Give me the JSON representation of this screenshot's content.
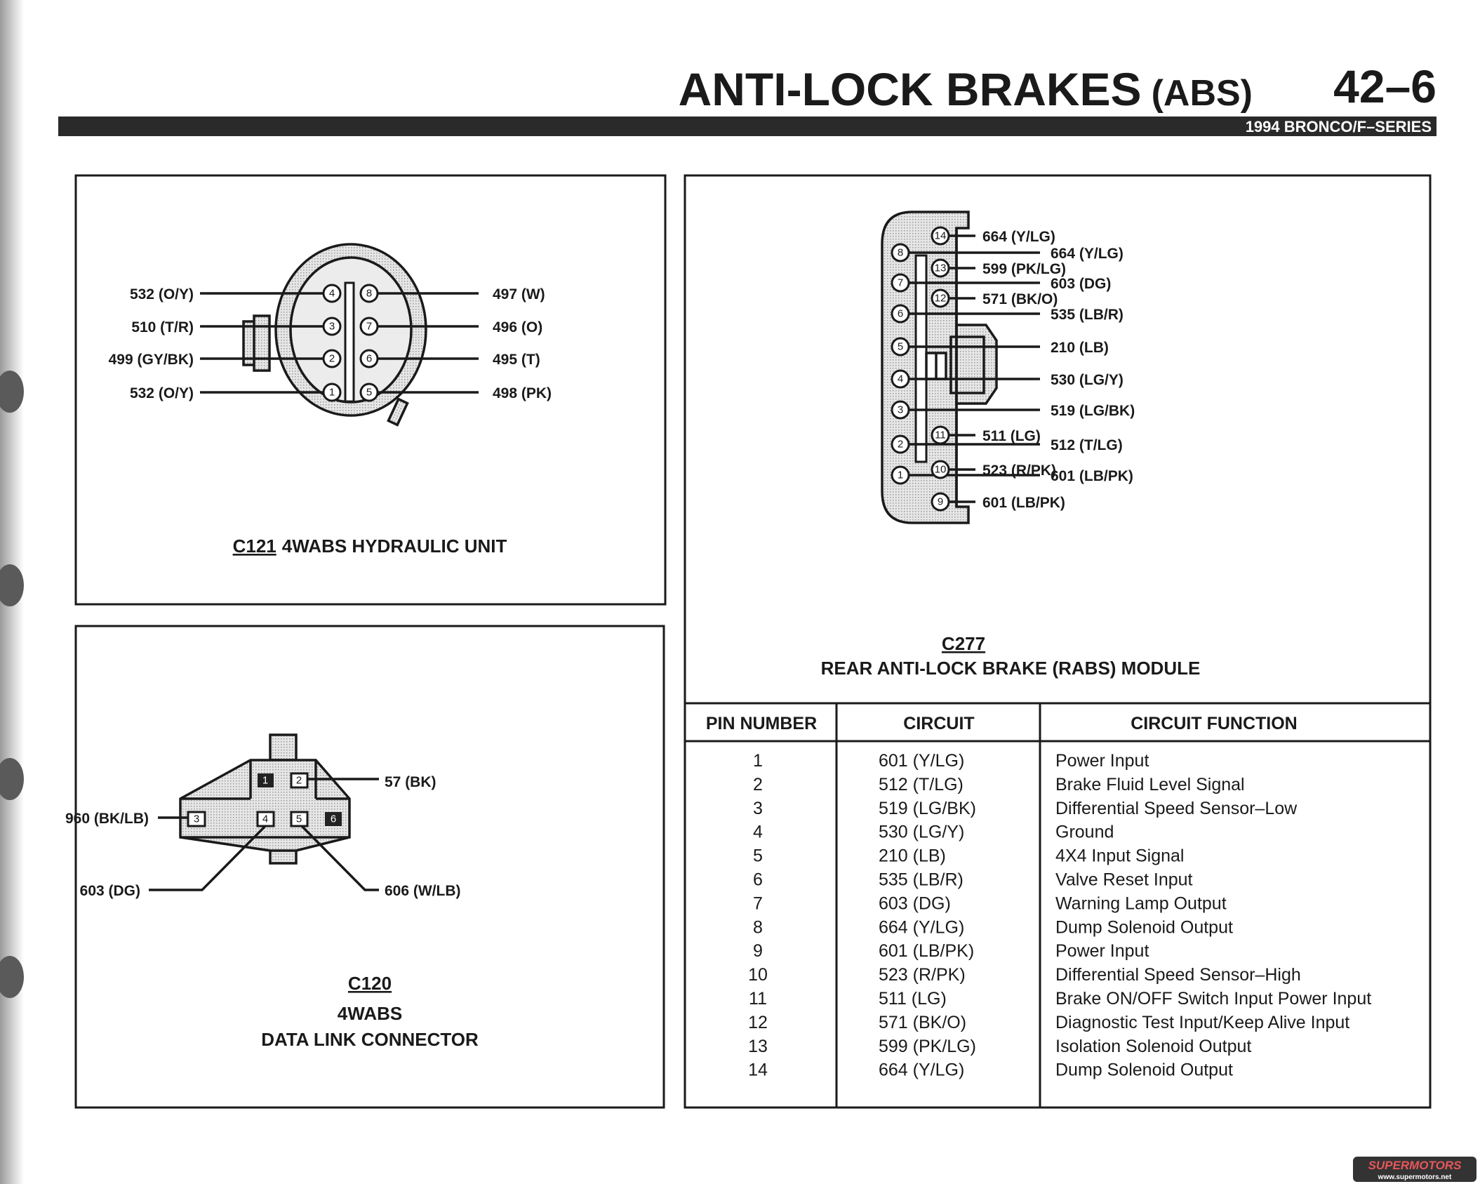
{
  "header": {
    "title": "ANTI-LOCK BRAKES",
    "title_suffix": "(ABS)",
    "page_number": "42–6",
    "subtitle": "1994 BRONCO/F–SERIES"
  },
  "c121": {
    "id": "C121",
    "name": "4WABS HYDRAULIC UNIT",
    "pins": [
      "1",
      "2",
      "3",
      "4",
      "5",
      "6",
      "7",
      "8"
    ],
    "left_labels": [
      "532 (O/Y)",
      "510 (T/R)",
      "499 (GY/BK)",
      "532 (O/Y)"
    ],
    "right_labels": [
      "497 (W)",
      "496 (O)",
      "495 (T)",
      "498 (PK)"
    ]
  },
  "c120": {
    "id": "C120",
    "name_line1": "4WABS",
    "name_line2": "DATA LINK CONNECTOR",
    "pins": [
      "1",
      "2",
      "3",
      "4",
      "5",
      "6"
    ],
    "labels": {
      "pin2": "57 (BK)",
      "pin3": "960 (BK/LB)",
      "pin4": "603 (DG)",
      "pin5": "606 (W/LB)"
    }
  },
  "c277": {
    "id": "C277",
    "name": "REAR ANTI-LOCK BRAKE (RABS) MODULE",
    "pins": [
      "1",
      "2",
      "3",
      "4",
      "5",
      "6",
      "7",
      "8",
      "9",
      "10",
      "11",
      "12",
      "13",
      "14"
    ],
    "labels": {
      "p14": "664 (Y/LG)",
      "p8": "664 (Y/LG)",
      "p13": "599 (PK/LG)",
      "p7": "603 (DG)",
      "p12": "571 (BK/O)",
      "p6": "535 (LB/R)",
      "p5": "210 (LB)",
      "p4": "530 (LG/Y)",
      "p3": "519 (LG/BK)",
      "p11": "511 (LG)",
      "p2": "512 (T/LG)",
      "p10": "523 (R/PK)",
      "p1": "601 (LB/PK)",
      "p9": "601 (LB/PK)"
    }
  },
  "table": {
    "headers": [
      "PIN NUMBER",
      "CIRCUIT",
      "CIRCUIT FUNCTION"
    ],
    "rows": [
      [
        "1",
        "601 (Y/LG)",
        "Power Input"
      ],
      [
        "2",
        "512 (T/LG)",
        "Brake Fluid Level Signal"
      ],
      [
        "3",
        "519 (LG/BK)",
        "Differential Speed Sensor–Low"
      ],
      [
        "4",
        "530 (LG/Y)",
        "Ground"
      ],
      [
        "5",
        "210 (LB)",
        "4X4 Input Signal"
      ],
      [
        "6",
        "535 (LB/R)",
        "Valve Reset Input"
      ],
      [
        "7",
        "603 (DG)",
        "Warning Lamp Output"
      ],
      [
        "8",
        "664 (Y/LG)",
        "Dump Solenoid Output"
      ],
      [
        "9",
        "601 (LB/PK)",
        "Power Input"
      ],
      [
        "10",
        "523 (R/PK)",
        "Differential Speed Sensor–High"
      ],
      [
        "11",
        "511 (LG)",
        "Brake ON/OFF Switch Input Power Input"
      ],
      [
        "12",
        "571 (BK/O)",
        "Diagnostic Test Input/Keep Alive Input"
      ],
      [
        "13",
        "599 (PK/LG)",
        "Isolation Solenoid Output"
      ],
      [
        "14",
        "664 (Y/LG)",
        "Dump Solenoid Output"
      ]
    ]
  },
  "watermark": {
    "brand": "SUPERMOTORS",
    "url": "www.supermotors.net"
  },
  "colors": {
    "ink": "#1a1a1a",
    "paper": "#ffffff",
    "bar": "#2a2a2a"
  }
}
